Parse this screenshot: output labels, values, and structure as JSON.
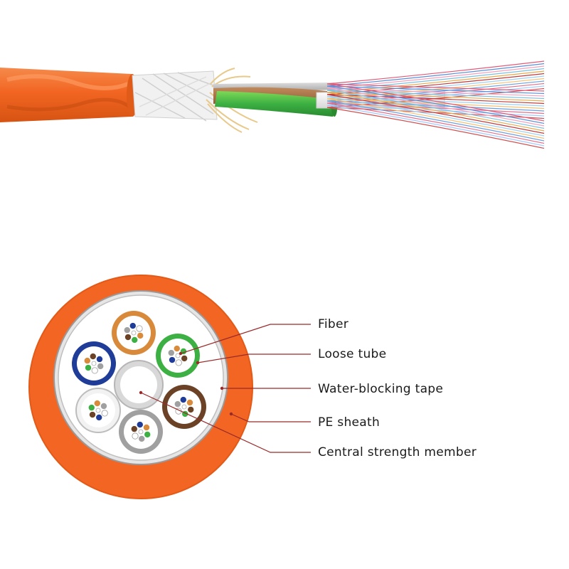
{
  "colors": {
    "sheath": "#f26522",
    "sheath_dark": "#c94a12",
    "leader_line": "#9a2a2a",
    "tape": "#e8e8e8",
    "tube_orange": "#d9893a",
    "tube_green": "#3cb043",
    "tube_brown": "#6b4226",
    "tube_gray": "#a0a0a0",
    "tube_white": "#f2f2f2",
    "tube_blue": "#1f3c99"
  },
  "labels": [
    {
      "id": "fiber",
      "text": "Fiber"
    },
    {
      "id": "loose-tube",
      "text": "Loose tube"
    },
    {
      "id": "water-blocking-tape",
      "text": "Water-blocking tape"
    },
    {
      "id": "pe-sheath",
      "text": "PE sheath"
    },
    {
      "id": "central-strength-member",
      "text": "Central strength member"
    }
  ]
}
